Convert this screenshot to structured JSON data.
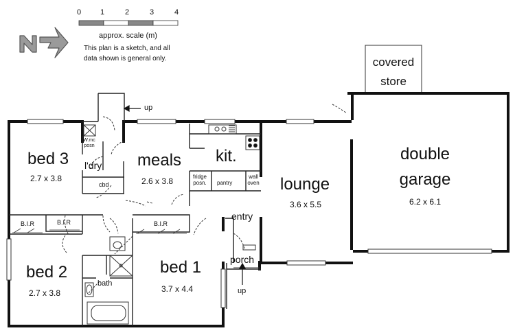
{
  "scale": {
    "ticks": [
      "0",
      "1",
      "2",
      "3",
      "4"
    ],
    "caption": "approx. scale (m)",
    "disclaimer_line1": "This plan is a sketch, and all",
    "disclaimer_line2": "data shown is general only."
  },
  "north": {
    "letter": "N"
  },
  "rooms": {
    "bed3": {
      "name": "bed 3",
      "size": "2.7 x 3.8"
    },
    "bed2": {
      "name": "bed 2",
      "size": "2.7 x 3.8"
    },
    "bed1": {
      "name": "bed 1",
      "size": "3.7 x 4.4"
    },
    "meals": {
      "name": "meals",
      "size": "2.6 x 3.8"
    },
    "kit": {
      "name": "kit."
    },
    "lounge": {
      "name": "lounge",
      "size": "3.6 x 5.5"
    },
    "garage": {
      "name_line1": "double",
      "name_line2": "garage",
      "size": "6.2 x 6.1"
    },
    "store": {
      "name_line1": "covered",
      "name_line2": "store"
    },
    "ldry": {
      "name": "l'dry"
    },
    "bath": {
      "name": "bath"
    },
    "entry": {
      "name": "entry"
    },
    "porch": {
      "name": "porch"
    }
  },
  "fixtures": {
    "cbd": "cbd",
    "bir_bed2_a": "B.I.R",
    "bir_bed2_b": "B.I.R",
    "bir_bed1": "B.I.R",
    "fridge_line1": "fridge",
    "fridge_line2": "posn.",
    "pantry": "pantry",
    "wall_oven_line1": "wall",
    "wall_oven_line2": "oven",
    "wm_line1": "W.mc",
    "wm_line2": "posn"
  },
  "stairs": {
    "up_top": "up",
    "up_porch": "up"
  },
  "colors": {
    "ink": "#111111",
    "scale_fill": "#888888",
    "logo_fill": "#9a9a9a"
  }
}
